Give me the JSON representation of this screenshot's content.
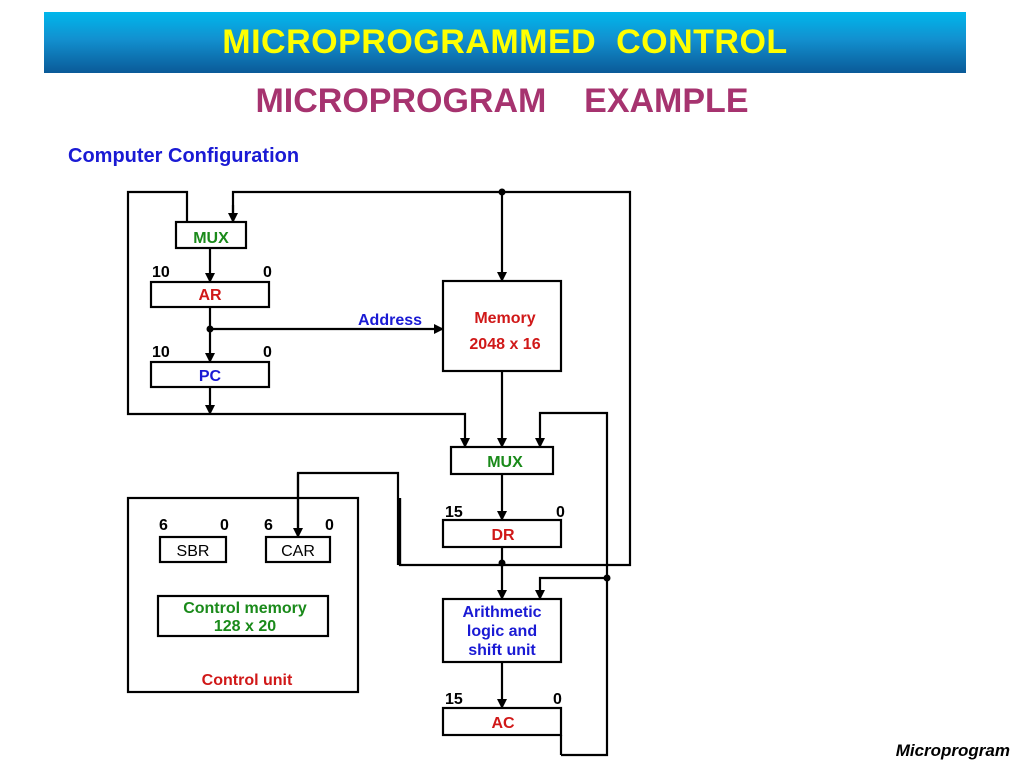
{
  "header": {
    "title": "MICROPROGRAMMED  CONTROL"
  },
  "subtitle": "MICROPROGRAM    EXAMPLE",
  "section_title": "Computer Configuration",
  "footer": "Microprogram",
  "colors": {
    "banner_text": "#ffff00",
    "subtitle": "#a6336f",
    "blue_text": "#1a1ad4",
    "red_text": "#d01818",
    "green_text": "#1a8a1a"
  },
  "diagram": {
    "mux_top": {
      "label": "MUX"
    },
    "ar": {
      "label": "AR",
      "bit_high": "10",
      "bit_low": "0"
    },
    "pc": {
      "label": "PC",
      "bit_high": "10",
      "bit_low": "0"
    },
    "address_label": "Address",
    "memory": {
      "line1": "Memory",
      "line2": "2048 x 16"
    },
    "mux_bottom": {
      "label": "MUX"
    },
    "dr": {
      "label": "DR",
      "bit_high": "15",
      "bit_low": "0"
    },
    "alu": {
      "line1": "Arithmetic",
      "line2": "logic and",
      "line3": "shift unit"
    },
    "ac": {
      "label": "AC",
      "bit_high": "15",
      "bit_low": "0"
    },
    "sbr": {
      "label": "SBR",
      "bit_high": "6",
      "bit_low": "0"
    },
    "car": {
      "label": "CAR",
      "bit_high": "6",
      "bit_low": "0"
    },
    "control_memory": {
      "line1": "Control memory",
      "line2": "128 x 20"
    },
    "control_unit_label": "Control unit"
  }
}
